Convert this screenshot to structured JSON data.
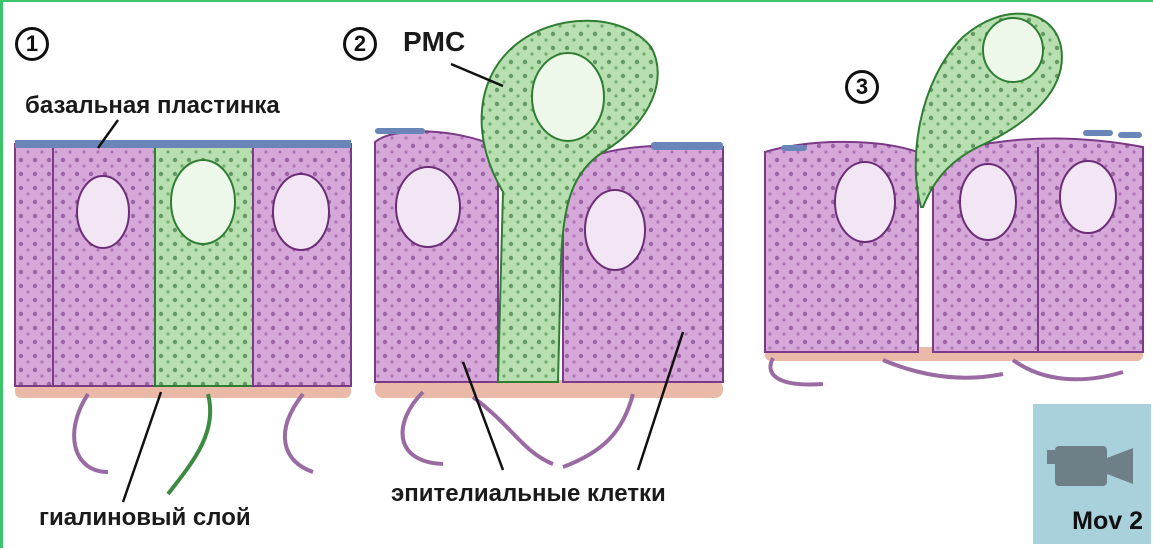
{
  "labels": {
    "step1": "1",
    "step2": "2",
    "step3": "3",
    "pmc": "PMC",
    "basal_lamina": "базальная пластинка",
    "hyaline_layer": "гиалиновый слой",
    "epithelial_cells": "эпителиальные клетки"
  },
  "movie_button": {
    "label": "Mov 2",
    "icon": "video-camera-icon"
  },
  "colors": {
    "epithelium": "#d6a8d9",
    "epithelium_outline": "#7a3a86",
    "pmc": "#b7dfb0",
    "pmc_outline": "#2e7d32",
    "basal_lamina": "#6a86b8",
    "hyaline_layer": "#eab9a8",
    "frame": "#3cc46a",
    "movie_bg": "#a9d1dc"
  }
}
